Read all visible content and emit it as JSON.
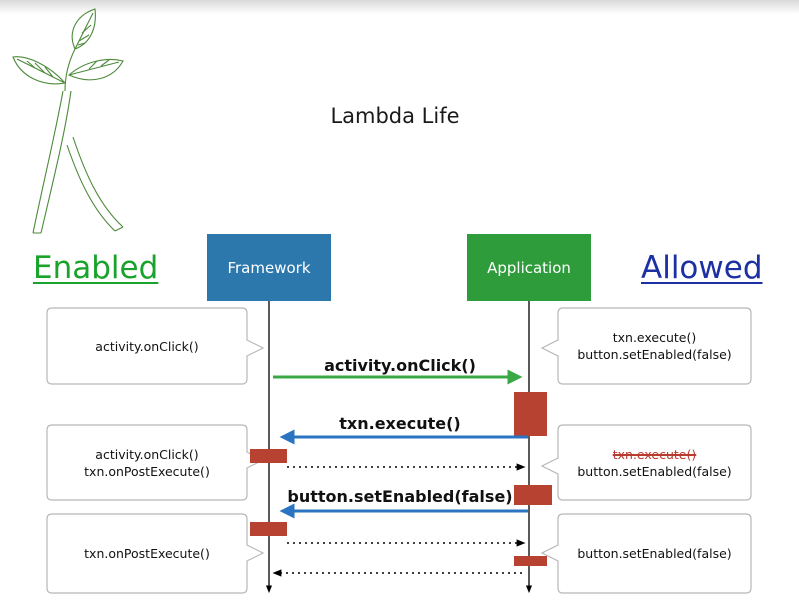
{
  "title": "Lambda Life",
  "headings": {
    "enabled": "Enabled",
    "allowed": "Allowed"
  },
  "actors": {
    "framework": "Framework",
    "application": "Application"
  },
  "colors": {
    "framework": "#2c78ad",
    "application": "#2f9c3c",
    "enabled": "#1aa32b",
    "allowed": "#1c2fa3",
    "call_green": "#39a845",
    "call_blue": "#2b74c2",
    "activation": "#b84232"
  },
  "messages": [
    {
      "label": "activity.onClick()",
      "from": "framework",
      "to": "application",
      "style": "solid-green"
    },
    {
      "label": "txn.execute()",
      "from": "application",
      "to": "framework",
      "style": "solid-blue"
    },
    {
      "label": "",
      "from": "framework",
      "to": "application",
      "style": "dotted"
    },
    {
      "label": "button.setEnabled(false)",
      "from": "application",
      "to": "framework",
      "style": "solid-blue"
    },
    {
      "label": "",
      "from": "framework",
      "to": "application",
      "style": "dotted"
    },
    {
      "label": "",
      "from": "application",
      "to": "framework",
      "style": "dotted"
    }
  ],
  "left_bubbles": [
    {
      "lines": [
        "activity.onClick()"
      ]
    },
    {
      "lines": [
        "activity.onClick()",
        "txn.onPostExecute()"
      ]
    },
    {
      "lines": [
        "txn.onPostExecute()"
      ]
    }
  ],
  "right_bubbles": [
    {
      "lines": [
        "txn.execute()",
        "button.setEnabled(false)"
      ]
    },
    {
      "lines": [
        "txn.execute()",
        "button.setEnabled(false)"
      ],
      "struck_line": 0
    },
    {
      "lines": [
        "button.setEnabled(false)"
      ]
    }
  ],
  "logo_icon": "lambda-sprout-icon"
}
